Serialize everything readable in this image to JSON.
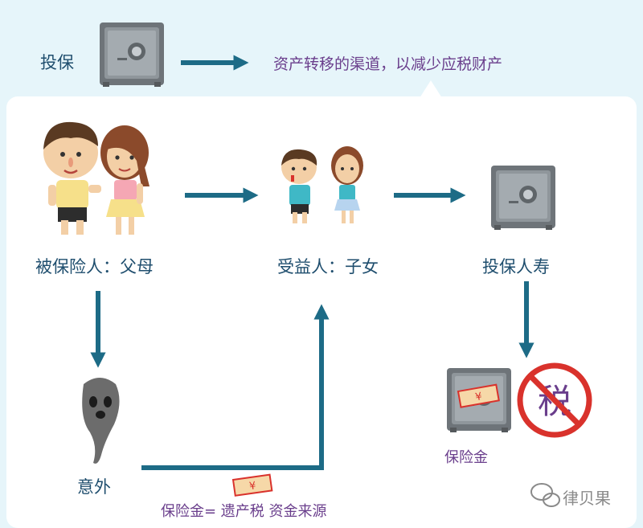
{
  "top": {
    "invest_label": "投保",
    "purpose_text": "资产转移的渠道，以减少应税财产"
  },
  "nodes": {
    "insured": "被保险人：父母",
    "beneficiary": "受益人：子女",
    "policy": "投保人寿",
    "accident": "意外",
    "payout": "保险金"
  },
  "flow_note": "保险金= 遗产税 资金来源",
  "tax_char": "税",
  "money_symbol": "¥",
  "watermark": "律贝果",
  "icons": [
    "safe-icon",
    "parents-illustration",
    "children-illustration",
    "ghost-icon",
    "banknote-icon",
    "no-tax-icon",
    "wechat-logo-icon"
  ],
  "colors": {
    "arrow": "#1d6b86",
    "label": "#1f4e6e",
    "purple": "#6a3e8c",
    "background": "#e6f5fa",
    "no_sign": "#d9322c"
  }
}
